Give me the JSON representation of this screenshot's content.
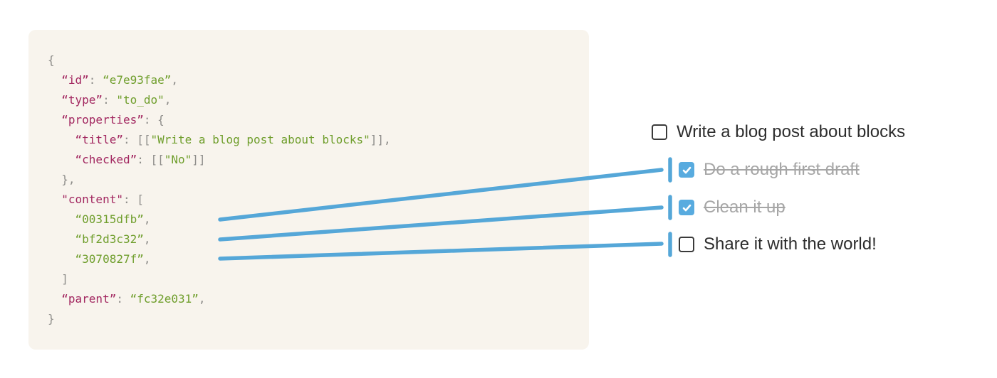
{
  "colors": {
    "page_bg": "#ffffff",
    "code_bg": "#f8f4ed",
    "code_key": "#a22760",
    "code_string": "#6f9e2c",
    "code_punct": "#8e8d8a",
    "connector_blue": "#55a7d8",
    "checkbox_checked_bg": "#58abdf",
    "checkbox_border": "#3a3a3a",
    "todo_text": "#2d2d2d",
    "todo_done_text": "#a6a6a6"
  },
  "code": {
    "lines": [
      [
        [
          "p",
          "{"
        ]
      ],
      [
        [
          "p",
          "  "
        ],
        [
          "k",
          "“id”"
        ],
        [
          "p",
          ": "
        ],
        [
          "s",
          "“e7e93fae”"
        ],
        [
          "p",
          ","
        ]
      ],
      [
        [
          "p",
          "  "
        ],
        [
          "k",
          "“type”"
        ],
        [
          "p",
          ": "
        ],
        [
          "s",
          "\"to_do\""
        ],
        [
          "p",
          ","
        ]
      ],
      [
        [
          "p",
          "  "
        ],
        [
          "k",
          "“properties”"
        ],
        [
          "p",
          ": {"
        ]
      ],
      [
        [
          "p",
          "    "
        ],
        [
          "k",
          "“title”"
        ],
        [
          "p",
          ": [["
        ],
        [
          "s",
          "\"Write a blog post about blocks\""
        ],
        [
          "p",
          "]],"
        ]
      ],
      [
        [
          "p",
          "    "
        ],
        [
          "k",
          "“checked”"
        ],
        [
          "p",
          ": [["
        ],
        [
          "s",
          "\"No\""
        ],
        [
          "p",
          "]]"
        ]
      ],
      [
        [
          "p",
          "  },"
        ]
      ],
      [
        [
          "p",
          "  "
        ],
        [
          "k",
          "\"content\""
        ],
        [
          "p",
          ": ["
        ]
      ],
      [
        [
          "p",
          "    "
        ],
        [
          "s",
          "“00315dfb”"
        ],
        [
          "p",
          ","
        ]
      ],
      [
        [
          "p",
          "    "
        ],
        [
          "s",
          "“bf2d3c32”"
        ],
        [
          "p",
          ","
        ]
      ],
      [
        [
          "p",
          "    "
        ],
        [
          "s",
          "“3070827f”"
        ],
        [
          "p",
          ","
        ]
      ],
      [
        [
          "p",
          "  ]"
        ]
      ],
      [
        [
          "p",
          "  "
        ],
        [
          "k",
          "“parent”"
        ],
        [
          "p",
          ": "
        ],
        [
          "s",
          "“fc32e031”"
        ],
        [
          "p",
          ","
        ]
      ],
      [
        [
          "p",
          "}"
        ]
      ]
    ]
  },
  "todo": {
    "items": [
      {
        "label": "Write a blog post about blocks",
        "checked": false,
        "done": false
      },
      {
        "label": "Do a rough first draft",
        "checked": true,
        "done": true
      },
      {
        "label": "Clean it up",
        "checked": true,
        "done": true
      },
      {
        "label": "Share it with the world!",
        "checked": false,
        "done": false
      }
    ]
  },
  "connectors": {
    "links": [
      {
        "source_id": "00315dfb",
        "target_item_index": 1
      },
      {
        "source_id": "bf2d3c32",
        "target_item_index": 2
      },
      {
        "source_id": "3070827f",
        "target_item_index": 3
      }
    ]
  }
}
